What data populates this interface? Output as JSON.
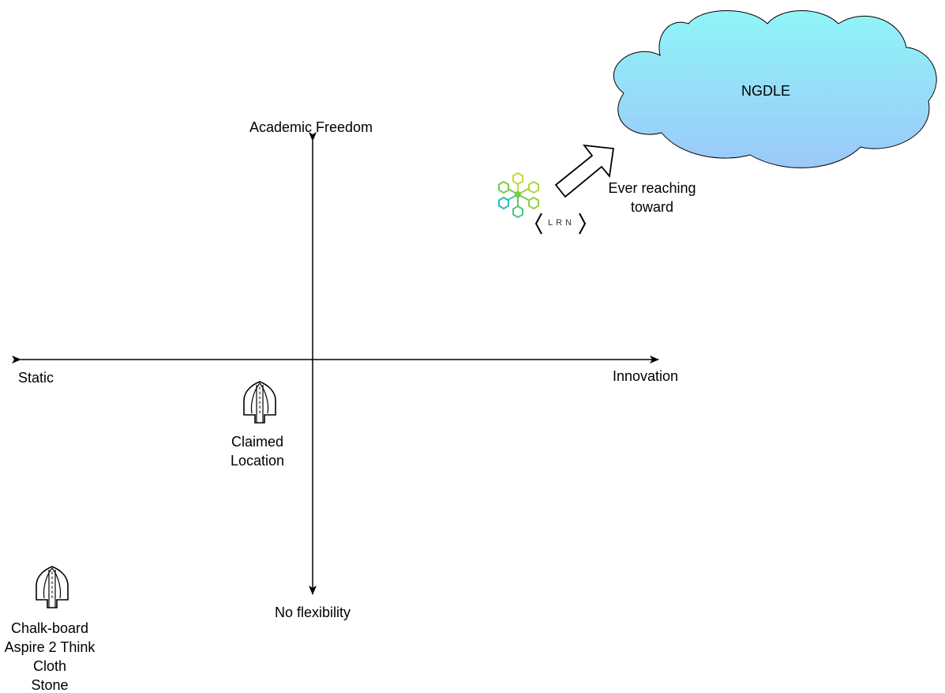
{
  "axes": {
    "top_label": "Academic Freedom",
    "bottom_label": "No flexibility",
    "left_label": "Static",
    "right_label": "Innovation"
  },
  "cloud": {
    "label": "NGDLE",
    "fill_top": "#8ff5f8",
    "fill_bottom": "#9cc8f9"
  },
  "lrn": {
    "wordmark": "LRN",
    "hex_colors": [
      "#c8d830",
      "#7dc84a",
      "#3cc8b0",
      "#2ab8c8"
    ]
  },
  "arrow_note": {
    "lines": [
      "Ever reaching",
      "toward"
    ]
  },
  "markers": [
    {
      "icon": "mitre-icon",
      "lines": [
        "Claimed",
        "Location"
      ]
    },
    {
      "icon": "mitre-icon",
      "lines": [
        "Chalk-board",
        "Aspire 2 Think",
        "Cloth",
        "Stone"
      ]
    }
  ]
}
